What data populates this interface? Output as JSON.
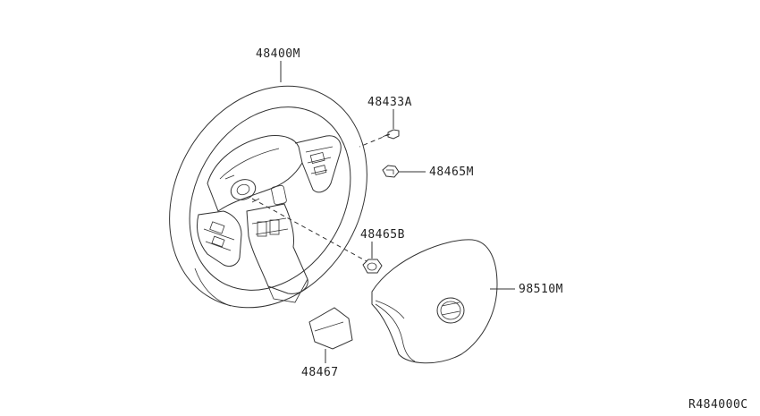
{
  "diagram": {
    "parts": [
      {
        "id": "steering_wheel",
        "code": "48400M"
      },
      {
        "id": "bolt",
        "code": "48433A"
      },
      {
        "id": "nut_m",
        "code": "48465M"
      },
      {
        "id": "nut_b",
        "code": "48465B"
      },
      {
        "id": "airbag_module",
        "code": "98510M"
      },
      {
        "id": "cover",
        "code": "48467"
      }
    ],
    "reference_code": "R484000C"
  }
}
